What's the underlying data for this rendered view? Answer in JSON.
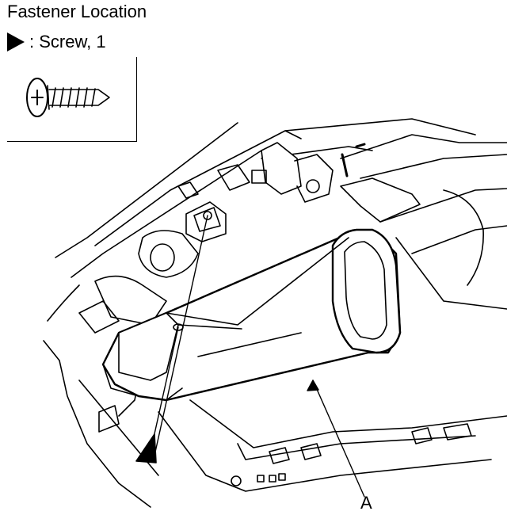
{
  "header": {
    "title": "Fastener Location",
    "legend_text": ": Screw, 1"
  },
  "callouts": {
    "a_label": "A"
  },
  "icons": {
    "legend_marker": "filled-triangle-icon",
    "screw": "screw-icon",
    "location_pointer": "filled-triangle-icon"
  },
  "colors": {
    "ink": "#000000",
    "paper": "#ffffff"
  }
}
